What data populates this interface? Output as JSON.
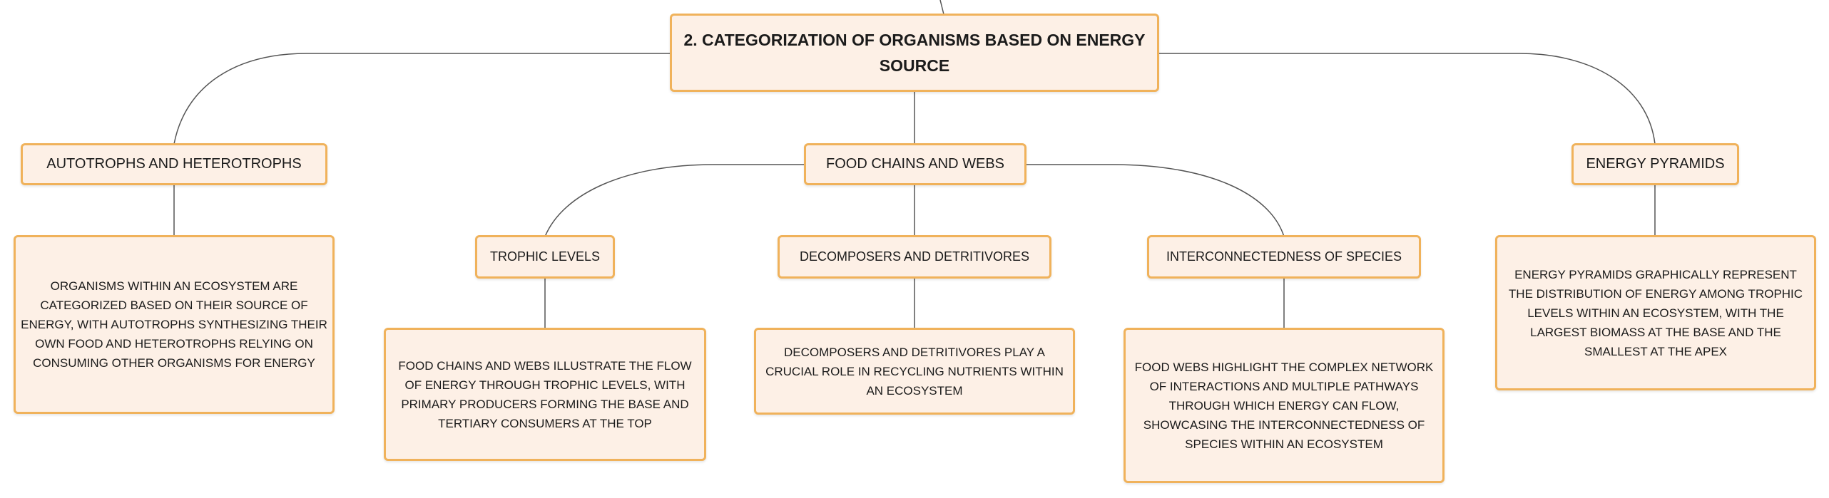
{
  "diagram": {
    "root": {
      "text": "2. CATEGORIZATION OF ORGANISMS BASED ON ENERGY SOURCE"
    },
    "topics": {
      "autotrophs": {
        "label": "AUTOTROPHS AND HETEROTROPHS",
        "detail": "ORGANISMS WITHIN AN ECOSYSTEM ARE CATEGORIZED BASED ON THEIR SOURCE OF ENERGY, WITH AUTOTROPHS SYNTHESIZING THEIR OWN FOOD AND HETEROTROPHS RELYING ON CONSUMING OTHER ORGANISMS FOR ENERGY"
      },
      "food_chains": {
        "label": "FOOD CHAINS AND WEBS",
        "subtopics": {
          "trophic": {
            "label": "TROPHIC LEVELS",
            "detail": "FOOD CHAINS AND WEBS ILLUSTRATE THE FLOW OF ENERGY THROUGH TROPHIC LEVELS, WITH PRIMARY PRODUCERS FORMING THE BASE AND TERTIARY CONSUMERS AT THE TOP"
          },
          "decomposers": {
            "label": "DECOMPOSERS AND DETRITIVORES",
            "detail": "DECOMPOSERS AND DETRITIVORES PLAY A CRUCIAL ROLE IN RECYCLING NUTRIENTS WITHIN AN ECOSYSTEM"
          },
          "interconnectedness": {
            "label": "INTERCONNECTEDNESS OF SPECIES",
            "detail": "FOOD WEBS HIGHLIGHT THE COMPLEX NETWORK OF INTERACTIONS AND MULTIPLE PATHWAYS THROUGH WHICH ENERGY CAN FLOW, SHOWCASING THE INTERCONNECTEDNESS OF SPECIES WITHIN AN ECOSYSTEM"
          }
        }
      },
      "pyramids": {
        "label": "ENERGY PYRAMIDS",
        "detail": "ENERGY PYRAMIDS GRAPHICALLY REPRESENT THE DISTRIBUTION OF ENERGY AMONG TROPHIC LEVELS WITHIN AN ECOSYSTEM, WITH THE LARGEST BIOMASS AT THE BASE AND THE SMALLEST AT THE APEX"
      }
    }
  },
  "colors": {
    "node_fill": "#fdf0e6",
    "node_border": "#f0b25b",
    "connector": "#555555",
    "text": "#1b1b1b"
  }
}
